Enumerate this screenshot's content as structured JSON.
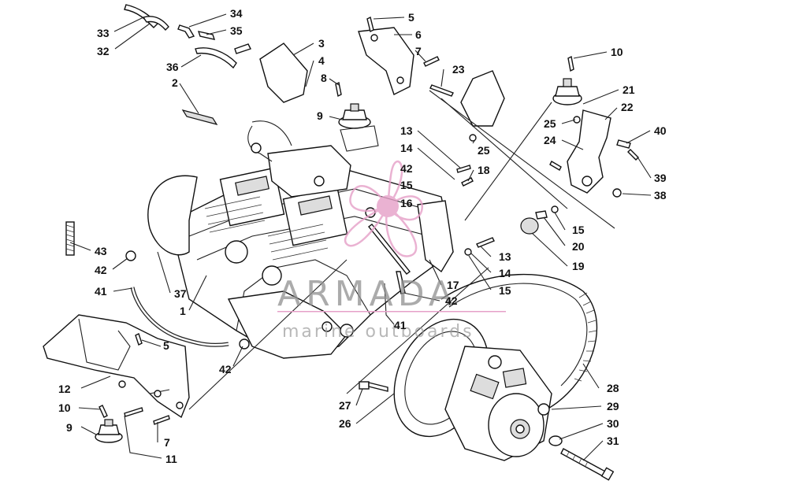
{
  "diagram": {
    "callouts": [
      {
        "id": "c33",
        "text": "33"
      },
      {
        "id": "c32",
        "text": "32"
      },
      {
        "id": "c34",
        "text": "34"
      },
      {
        "id": "c35",
        "text": "35"
      },
      {
        "id": "c36",
        "text": "36"
      },
      {
        "id": "c2",
        "text": "2"
      },
      {
        "id": "c3",
        "text": "3"
      },
      {
        "id": "c4",
        "text": "4"
      },
      {
        "id": "c8",
        "text": "8"
      },
      {
        "id": "c9a",
        "text": "9"
      },
      {
        "id": "c5a",
        "text": "5"
      },
      {
        "id": "c6",
        "text": "6"
      },
      {
        "id": "c7a",
        "text": "7"
      },
      {
        "id": "c23",
        "text": "23"
      },
      {
        "id": "c10a",
        "text": "10"
      },
      {
        "id": "c21",
        "text": "21"
      },
      {
        "id": "c22",
        "text": "22"
      },
      {
        "id": "c25a",
        "text": "25"
      },
      {
        "id": "c24",
        "text": "24"
      },
      {
        "id": "c40",
        "text": "40"
      },
      {
        "id": "c39",
        "text": "39"
      },
      {
        "id": "c38",
        "text": "38"
      },
      {
        "id": "c13a",
        "text": "13"
      },
      {
        "id": "c14a",
        "text": "14"
      },
      {
        "id": "c25b",
        "text": "25"
      },
      {
        "id": "c42a",
        "text": "42"
      },
      {
        "id": "c18",
        "text": "18"
      },
      {
        "id": "c15a",
        "text": "15"
      },
      {
        "id": "c16",
        "text": "16"
      },
      {
        "id": "c15b",
        "text": "15"
      },
      {
        "id": "c20",
        "text": "20"
      },
      {
        "id": "c19",
        "text": "19"
      },
      {
        "id": "c13b",
        "text": "13"
      },
      {
        "id": "c14b",
        "text": "14"
      },
      {
        "id": "c15c",
        "text": "15"
      },
      {
        "id": "c17",
        "text": "17"
      },
      {
        "id": "c42b",
        "text": "42"
      },
      {
        "id": "c43",
        "text": "43"
      },
      {
        "id": "c42c",
        "text": "42"
      },
      {
        "id": "c41a",
        "text": "41"
      },
      {
        "id": "c37",
        "text": "37"
      },
      {
        "id": "c1",
        "text": "1"
      },
      {
        "id": "c41b",
        "text": "41"
      },
      {
        "id": "c5b",
        "text": "5"
      },
      {
        "id": "c42d",
        "text": "42"
      },
      {
        "id": "c12",
        "text": "12"
      },
      {
        "id": "c10b",
        "text": "10"
      },
      {
        "id": "c9b",
        "text": "9"
      },
      {
        "id": "c7b",
        "text": "7"
      },
      {
        "id": "c11",
        "text": "11"
      },
      {
        "id": "c27",
        "text": "27"
      },
      {
        "id": "c26",
        "text": "26"
      },
      {
        "id": "c28",
        "text": "28"
      },
      {
        "id": "c29",
        "text": "29"
      },
      {
        "id": "c30",
        "text": "30"
      },
      {
        "id": "c31",
        "text": "31"
      }
    ]
  },
  "watermark": {
    "brand": "ARMADA",
    "tagline": "marine outboards",
    "logo_color": "#e6a0c8"
  }
}
